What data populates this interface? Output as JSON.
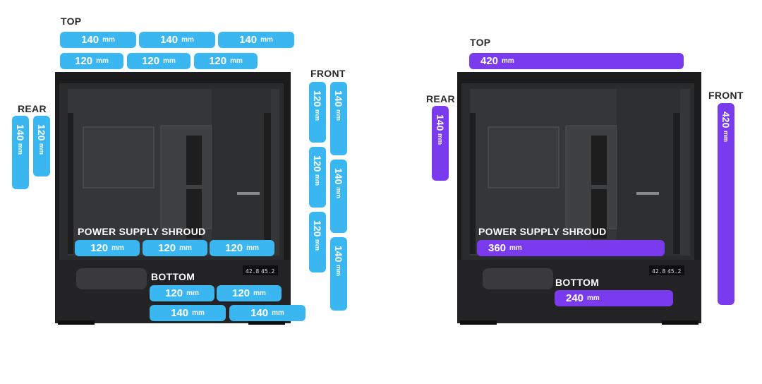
{
  "colors": {
    "blue": "#3ab7f1",
    "purple": "#7a3bef"
  },
  "unit": "mm",
  "left": {
    "labels": {
      "top": "TOP",
      "rear": "REAR",
      "front": "FRONT",
      "psu": "POWER SUPPLY SHROUD",
      "bottom": "BOTTOM"
    },
    "display_readout": {
      "a": "42.8",
      "b": "45.2"
    },
    "top_row1": [
      "140",
      "140",
      "140"
    ],
    "top_row2": [
      "120",
      "120",
      "120"
    ],
    "rear": [
      "140",
      "120"
    ],
    "front_col1": [
      "120",
      "120",
      "120"
    ],
    "front_col2": [
      "140",
      "140",
      "140"
    ],
    "psu": [
      "120",
      "120",
      "120"
    ],
    "bottom_row1": [
      "120",
      "120"
    ],
    "bottom_row2": [
      "140",
      "140"
    ]
  },
  "right": {
    "labels": {
      "top": "TOP",
      "rear": "REAR",
      "front": "FRONT",
      "psu": "POWER SUPPLY SHROUD",
      "bottom": "BOTTOM"
    },
    "display_readout": {
      "a": "42.8",
      "b": "45.2"
    },
    "top": "420",
    "rear": "140",
    "front": "420",
    "psu": "360",
    "bottom": "240"
  }
}
